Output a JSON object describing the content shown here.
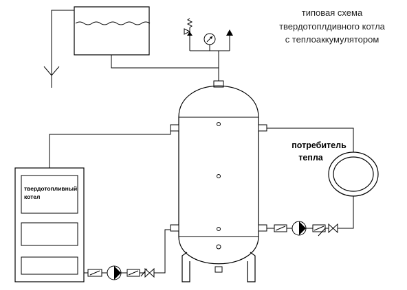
{
  "caption": {
    "line1": "типовая схема",
    "line2": "твердотоплдивного котла",
    "line3": "с теплоаккумулятором"
  },
  "boiler": {
    "label_line1": "твердотопливный",
    "label_line2": "котел"
  },
  "consumer": {
    "label_line1": "потребитель",
    "label_line2": "тепла"
  },
  "colors": {
    "stroke": "#000000",
    "background": "#ffffff",
    "caption_text": "#222222"
  }
}
